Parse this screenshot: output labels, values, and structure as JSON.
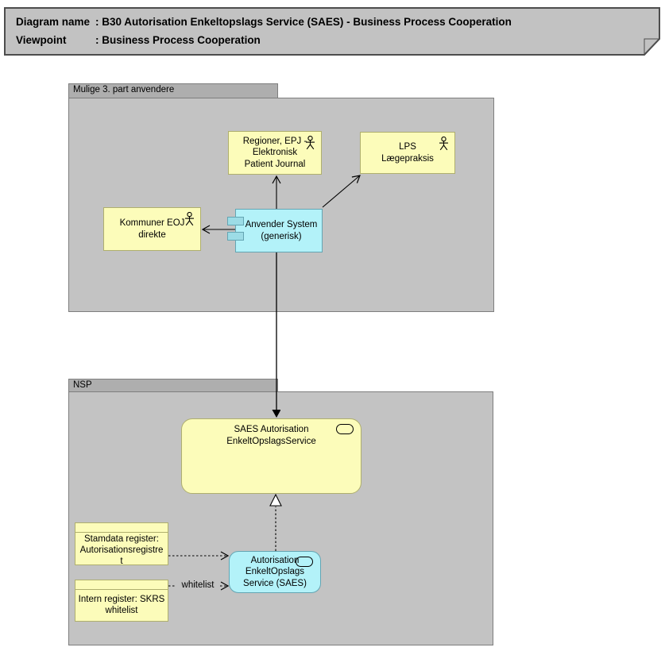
{
  "title": {
    "rows": [
      {
        "label": "Diagram name",
        "value": ": B30 Autorisation Enkeltopslags Service (SAES) - Business Process Cooperation"
      },
      {
        "label": "Viewpoint",
        "value": ": Business Process Cooperation"
      }
    ]
  },
  "groups": {
    "mulige": {
      "label": "Mulige 3. part anvendere"
    },
    "nsp": {
      "label": "NSP"
    }
  },
  "nodes": {
    "regioner": {
      "label": "Regioner, EPJ -\nElektronisk\nPatient Journal",
      "type": "business-actor"
    },
    "lps": {
      "label": "LPS\nLægepraksis",
      "type": "business-actor"
    },
    "kommuner": {
      "label": "Kommuner EOJ\ndirekte",
      "type": "business-actor"
    },
    "anvender": {
      "label": "Anvender System\n(generisk)",
      "type": "application-component"
    },
    "saes_service": {
      "label": "SAES Autorisation\nEnkeltOpslagsService",
      "type": "business-service"
    },
    "stamdata": {
      "label": "Stamdata register:\nAutorisationsregistre\nt",
      "type": "business-object"
    },
    "intern": {
      "label": "Intern register: SKRS\nwhitelist",
      "type": "business-object"
    },
    "autorisation": {
      "label": "Autorisation\nEnkeltOpslags\nService (SAES)",
      "type": "application-service"
    }
  },
  "edges": {
    "whitelist_label": "whitelist"
  },
  "colors": {
    "business_fill": "#FCFCBA",
    "business_border": "#AFAF6E",
    "app_fill": "#B3F2F9",
    "app_border": "#64A5B3",
    "app_port_fill": "#9CDCE6",
    "group_fill": "#C3C3C3",
    "group_tab_fill": "#AEAEAE",
    "group_border": "#7E7E7E",
    "title_fill": "#C2C2C2",
    "title_border": "#4D4D4D",
    "line_color": "#000000"
  }
}
